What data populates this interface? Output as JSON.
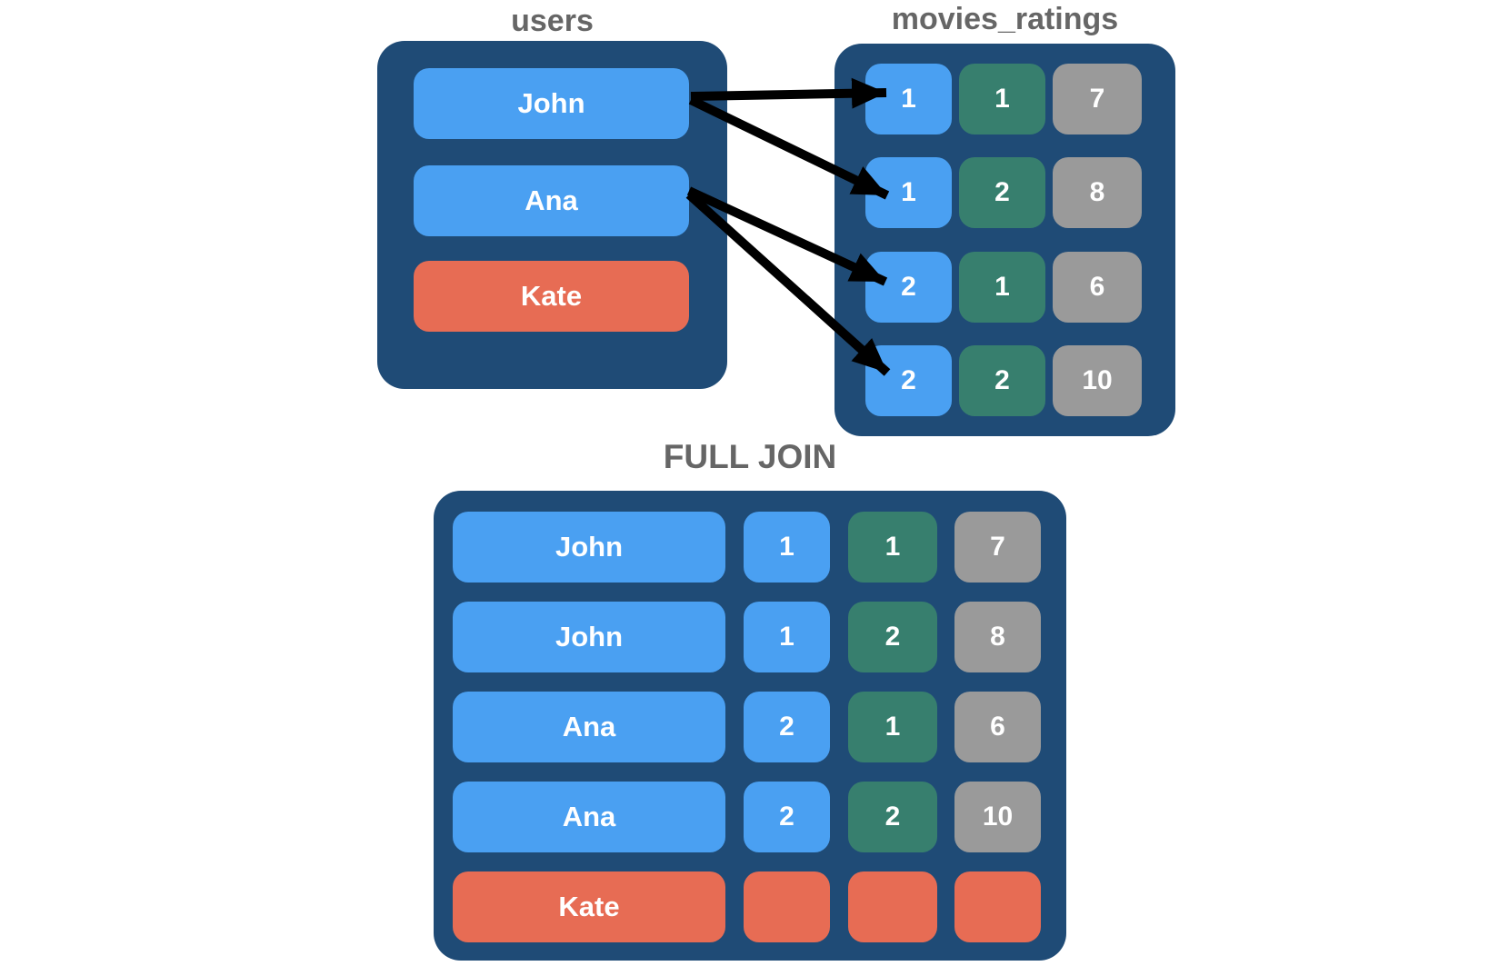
{
  "colors": {
    "panel_background": "#1F4B76",
    "user_cell_blue": "#4AA0F2",
    "movie_cell_teal": "#377F6E",
    "rating_cell_gray": "#9A9A9A",
    "unmatched_red": "#E76C54",
    "title_text": "#666666",
    "cell_text": "#FFFFFF",
    "arrow": "#000000"
  },
  "tables": {
    "users": {
      "title": "users",
      "rows": [
        {
          "name": "John",
          "variant": "blue"
        },
        {
          "name": "Ana",
          "variant": "blue"
        },
        {
          "name": "Kate",
          "variant": "red"
        }
      ]
    },
    "movies_ratings": {
      "title": "movies_ratings",
      "rows": [
        {
          "user_id": "1",
          "movie_id": "1",
          "rating": "7"
        },
        {
          "user_id": "1",
          "movie_id": "2",
          "rating": "8"
        },
        {
          "user_id": "2",
          "movie_id": "1",
          "rating": "6"
        },
        {
          "user_id": "2",
          "movie_id": "2",
          "rating": "10"
        }
      ]
    },
    "full_join": {
      "title": "FULL JOIN",
      "rows": [
        {
          "name": "John",
          "user_id": "1",
          "movie_id": "1",
          "rating": "7",
          "variant": "blue"
        },
        {
          "name": "John",
          "user_id": "1",
          "movie_id": "2",
          "rating": "8",
          "variant": "blue"
        },
        {
          "name": "Ana",
          "user_id": "2",
          "movie_id": "1",
          "rating": "6",
          "variant": "blue"
        },
        {
          "name": "Ana",
          "user_id": "2",
          "movie_id": "2",
          "rating": "10",
          "variant": "blue"
        },
        {
          "name": "Kate",
          "user_id": "",
          "movie_id": "",
          "rating": "",
          "variant": "red"
        }
      ]
    }
  },
  "links": [
    {
      "from_user": "John",
      "to_movies_ratings_row": 1
    },
    {
      "from_user": "John",
      "to_movies_ratings_row": 2
    },
    {
      "from_user": "Ana",
      "to_movies_ratings_row": 3
    },
    {
      "from_user": "Ana",
      "to_movies_ratings_row": 4
    }
  ]
}
